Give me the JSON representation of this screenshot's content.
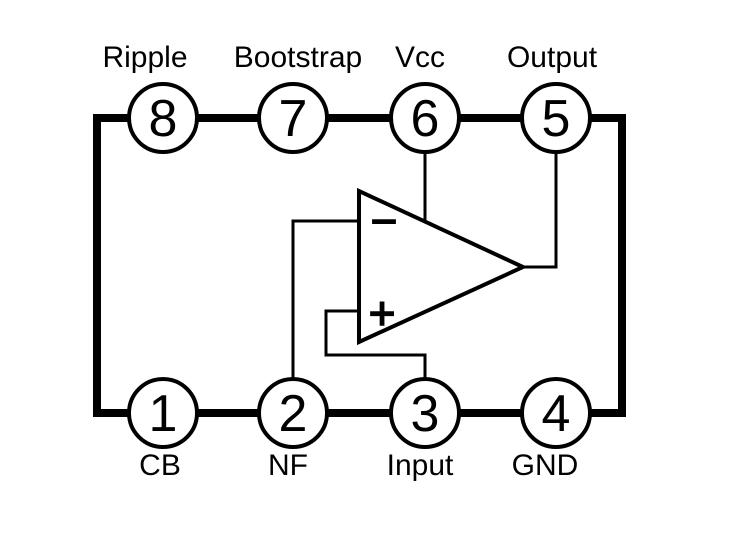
{
  "background_color": "#ffffff",
  "line_color": "#000000",
  "pins": {
    "top": [
      {
        "number": "8",
        "label": "Ripple"
      },
      {
        "number": "7",
        "label": "Bootstrap"
      },
      {
        "number": "6",
        "label": "Vcc"
      },
      {
        "number": "5",
        "label": "Output"
      }
    ],
    "bottom": [
      {
        "number": "1",
        "label": "CB"
      },
      {
        "number": "2",
        "label": "NF"
      },
      {
        "number": "3",
        "label": "Input"
      },
      {
        "number": "4",
        "label": "GND"
      }
    ]
  },
  "opamp": {
    "inverting_sign": "−",
    "noninverting_sign": "+"
  }
}
